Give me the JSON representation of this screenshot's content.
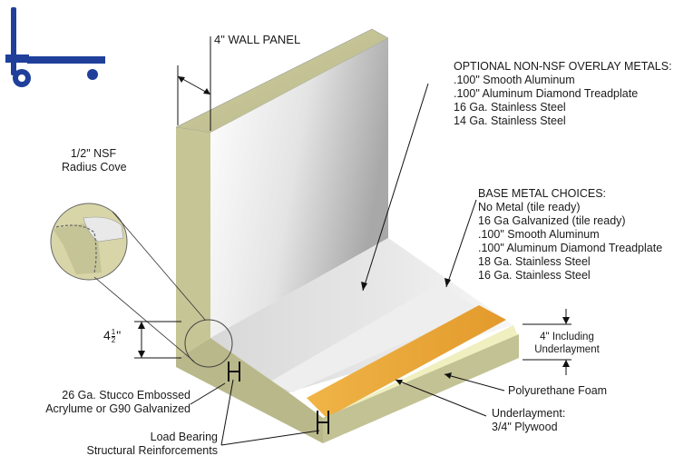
{
  "colors": {
    "foam": "#c9c99a",
    "foam_dark": "#a9a87a",
    "plywood": "#e9a638",
    "underlay": "#efefc0",
    "metal_light": "#f2f2f2",
    "metal_dark": "#b8b8b8",
    "line": "#111111",
    "pallet_icon": "#1f3f9b"
  },
  "icons": {
    "corner_icon": "pallet-jack-icon"
  },
  "labels": {
    "wall_panel": "4\" WALL PANEL",
    "overlay_title": "OPTIONAL NON-NSF OVERLAY METALS:",
    "overlay_items": [
      ".100\" Smooth Aluminum",
      ".100\" Aluminum Diamond Treadplate",
      "16 Ga. Stainless Steel",
      "14 Ga. Stainless Steel"
    ],
    "cove_line1": "1/2\" NSF",
    "cove_line2": "Radius Cove",
    "base_title": "BASE METAL CHOICES:",
    "base_items": [
      "No Metal (tile ready)",
      "16 Ga Galvanized (tile ready)",
      ".100\" Smooth Aluminum",
      ".100\" Aluminum Diamond Treadplate",
      "18 Ga. Stainless Steel",
      "16 Ga. Stainless Steel"
    ],
    "height_whole": "4",
    "height_num": "1",
    "height_den": "2",
    "height_unit": "\"",
    "including_line1": "4\" Including",
    "including_line2": "Underlayment",
    "foam": "Polyurethane Foam",
    "underlayment_line1": "Underlayment:",
    "underlayment_line2": "3/4\" Plywood",
    "skin_line1": "26 Ga. Stucco Embossed",
    "skin_line2": "Acrylume or G90 Galvanized",
    "load_line1": "Load Bearing",
    "load_line2": "Structural Reinforcements"
  }
}
